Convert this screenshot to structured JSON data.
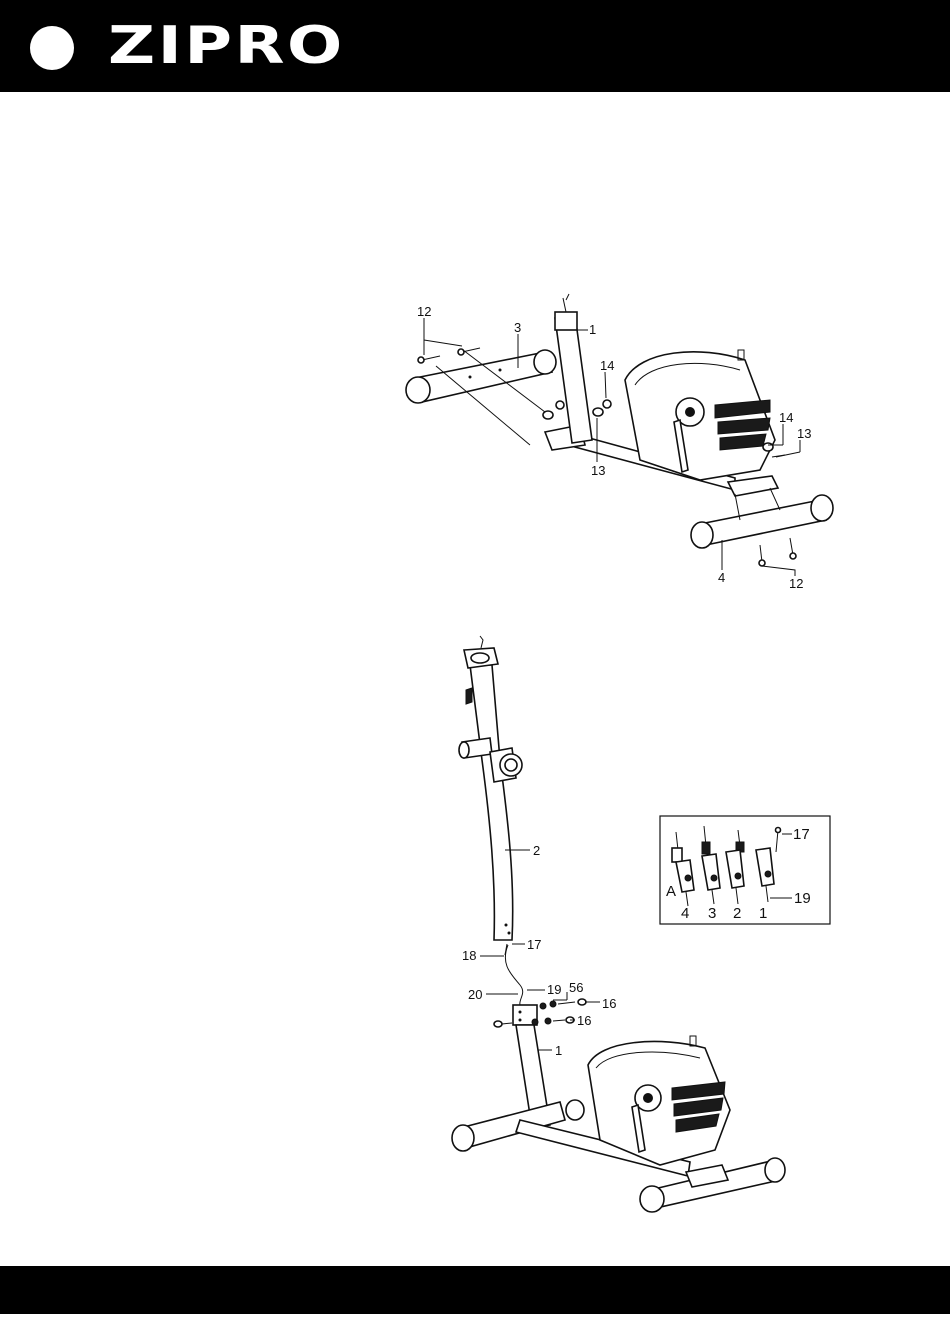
{
  "brand": {
    "name": "ZIPRO",
    "color": "#000000",
    "text_color": "#ffffff"
  },
  "figure1": {
    "labels": [
      "12",
      "3",
      "1",
      "14",
      "13",
      "14",
      "13",
      "4",
      "12"
    ]
  },
  "figure2": {
    "labels": [
      "2",
      "17",
      "18",
      "20",
      "19",
      "56",
      "16",
      "16",
      "1"
    ],
    "inset": {
      "corner_label": "A",
      "top_label": "17",
      "side_label": "19",
      "steps": [
        "4",
        "3",
        "2",
        "1"
      ]
    }
  }
}
